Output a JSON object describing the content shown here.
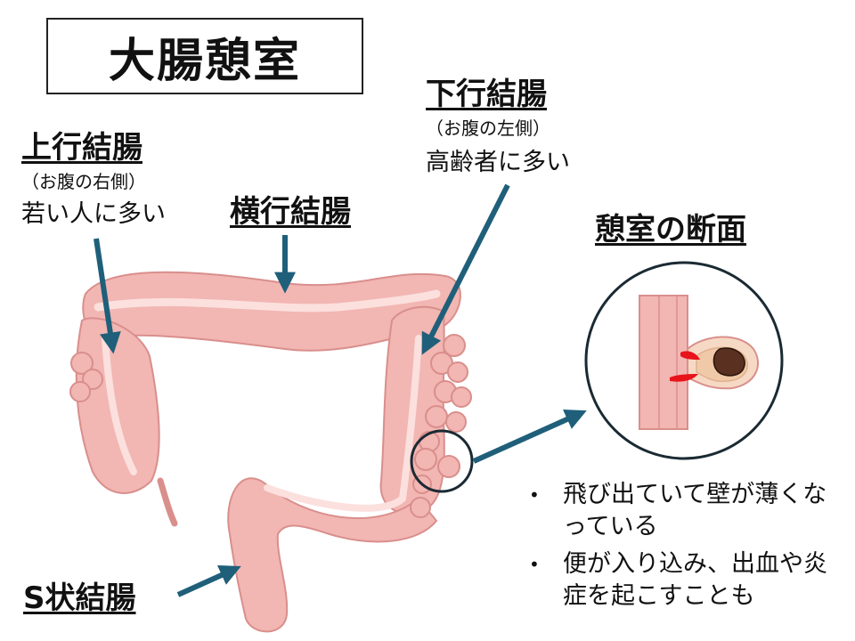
{
  "title": "大腸憩室",
  "labels": {
    "ascending": {
      "name": "上行結腸",
      "location": "（お腹の右側）",
      "note": "若い人に多い"
    },
    "transverse": {
      "name": "横行結腸"
    },
    "descending": {
      "name": "下行結腸",
      "location": "（お腹の左側）",
      "note": "高齢者に多い"
    },
    "sigmoid": {
      "name": "S状結腸"
    },
    "cross_section": {
      "name": "憩室の断面"
    }
  },
  "bullets": [
    "飛び出ていて壁が薄くなっている",
    "便が入り込み、出血や炎症を起こすことも"
  ],
  "colors": {
    "arrow": "#1f5f7a",
    "colon_fill": "#f2b6b3",
    "colon_stroke": "#d98f8c",
    "colon_highlight": "#fbe0de",
    "blood": "#e8131b",
    "stool": "#5a3020",
    "circle_stroke": "#1a2a33"
  }
}
